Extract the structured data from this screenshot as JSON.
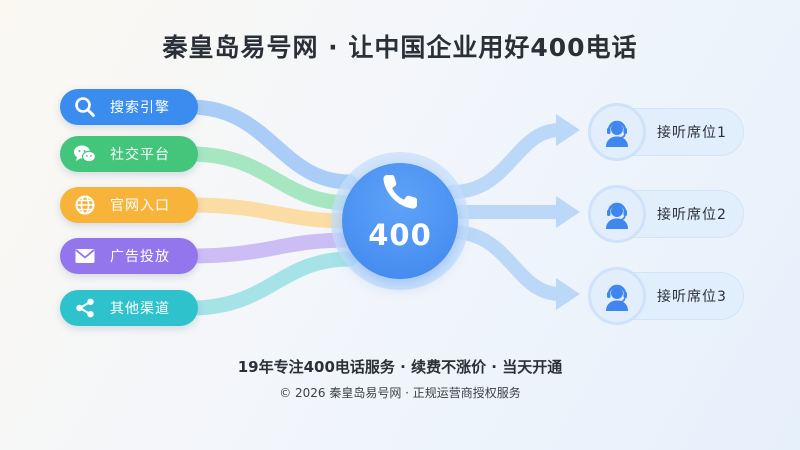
{
  "title": "秦皇岛易号网 · 让中国企业用好400电话",
  "channels": [
    {
      "label": "搜索引擎",
      "color": "#3b8cef",
      "flow": "#a9cdf6",
      "icon": "search-icon"
    },
    {
      "label": "社交平台",
      "color": "#43c57c",
      "flow": "#a6e6c0",
      "icon": "wechat-icon"
    },
    {
      "label": "官网入口",
      "color": "#f8b43a",
      "flow": "#fbdca4",
      "icon": "globe-icon"
    },
    {
      "label": "广告投放",
      "color": "#9476ec",
      "flow": "#cdbdf5",
      "icon": "mail-icon"
    },
    {
      "label": "其他渠道",
      "color": "#2ec3cc",
      "flow": "#a5e3e7",
      "icon": "share-icon"
    }
  ],
  "hub": {
    "number": "400",
    "icon": "phone-icon",
    "color": "#3f86ee"
  },
  "seats": [
    {
      "label": "接听席位1",
      "icon": "agent-headset-icon"
    },
    {
      "label": "接听席位2",
      "icon": "agent-headset-icon"
    },
    {
      "label": "接听席位3",
      "icon": "agent-headset-icon"
    }
  ],
  "tagline": "19年专注400电话服务 · 续费不涨价 · 当天开通",
  "copyright": "© 2026 秦皇岛易号网 · 正规运营商授权服务"
}
